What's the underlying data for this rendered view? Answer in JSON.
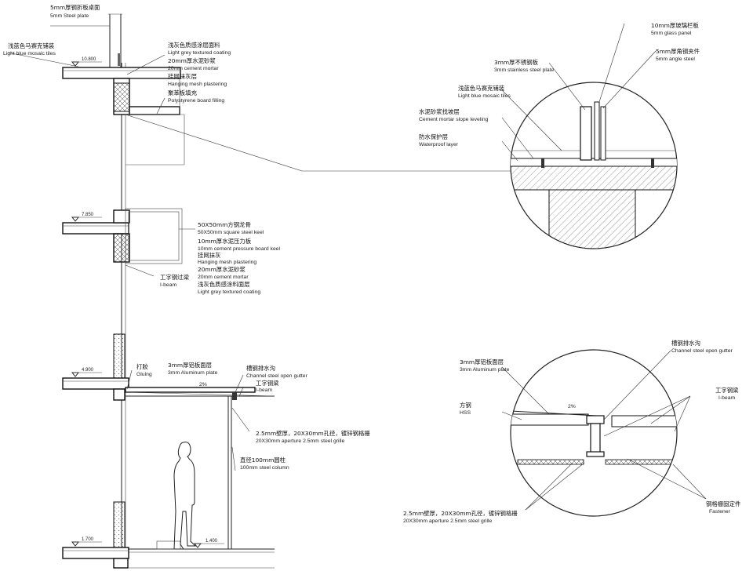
{
  "levels": {
    "l1": "10.800",
    "l2": "7.850",
    "l3": "4.900",
    "l4": "1.700",
    "l5": "1.400"
  },
  "labels": {
    "steel_plate_cn": "5mm厚钢折板桌面",
    "steel_plate_en": "5mm Steel plate",
    "mosaic_cn": "浅蓝色马赛克铺装",
    "mosaic_en": "Light blue mosaic tiles",
    "coat1_cn": "浅灰色质感涂层面料",
    "coat1_en": "Light grey textured coating",
    "mortar1_cn": "20mm厚水泥砂浆",
    "mortar1_en": "20mm cement mortar",
    "mesh1_cn": "挂网抹灰层",
    "mesh1_en": "Hanging mesh plastering",
    "poly_cn": "聚苯板填充",
    "poly_en": "Polystyrene board filling",
    "keel_cn": "50X50mm方钢龙骨",
    "keel_en": "50X50mm square steel keel",
    "cpb_cn": "10mm厚水泥压力板",
    "cpb_en": "10mm cement pressure board keel",
    "mesh2_cn": "挂网抹灰",
    "mesh2_en": "Hanging mesh plastering",
    "mortar2_cn": "20mm厚水泥砂浆",
    "mortar2_en": "20mm cement mortar",
    "coat2_cn": "浅灰色质感涂料面层",
    "coat2_en": "Light grey textured coating",
    "ibeam1_cn": "工字钢过梁",
    "ibeam1_en": "I-beam",
    "glue_cn": "打胶",
    "glue_en": "Gluing",
    "alu1_cn": "3mm厚铝板面层",
    "alu1_en": "3mm Aluminum plate",
    "gutter1_cn": "槽钢排水沟",
    "gutter1_en": "Channel steel open gutter",
    "ibeam2_cn": "工字钢梁",
    "ibeam2_en": "I-beam",
    "slope1": "2%",
    "grille1_cn": "2.5mm壁厚，20X30mm孔径，镀锌钢格栅",
    "grille1_en": "20X30mm aperture 2.5mm steel grille",
    "column_cn": "直径100mm圆柱",
    "column_en": "100mm steel column",
    "glass_cn": "10mm厚玻璃栏板",
    "glass_en": "5mm glass panel",
    "angle_cn": "5mm厚角钢夹件",
    "angle_en": "5mm angle steel",
    "stainless_cn": "3mm厚不锈钢板",
    "stainless_en": "3mm stainless steel plate",
    "mosaic2_cn": "浅蓝色马赛克铺装",
    "mosaic2_en": "Light blue mosaic tiles",
    "slopelevel_cn": "水泥砂浆找坡层",
    "slopelevel_en": "Cement mortar slope leveling",
    "waterproof_cn": "防水保护层",
    "waterproof_en": "Waterproof layer",
    "gutter2_cn": "槽钢排水沟",
    "gutter2_en": "Channel steel open gutter",
    "alu2_cn": "3mm厚铝板面层",
    "alu2_en": "3mm Aluminum plate",
    "hss_cn": "方钢",
    "hss_en": "HSS",
    "ibeam3_cn": "工字钢梁",
    "ibeam3_en": "I-beam",
    "slope2": "2%",
    "grille2_cn": "2.5mm壁厚，20X30mm孔径，镀锌钢格栅",
    "grille2_en": "20X30mm aperture 2.5mm steel grille",
    "fastener_cn": "钢格栅固定件",
    "fastener_en": "Fastener"
  }
}
